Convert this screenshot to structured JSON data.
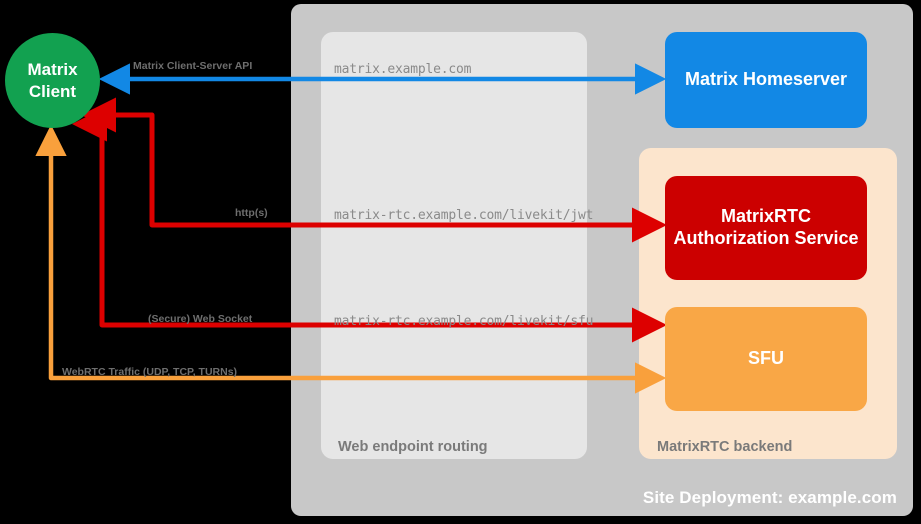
{
  "diagram": {
    "title": "Site Deployment: example.com",
    "site_label": "Site Deployment: example.com"
  },
  "panels": {
    "web_routing": {
      "label": "Web endpoint routing"
    },
    "rtc_backend": {
      "label": "MatrixRTC backend"
    }
  },
  "nodes": {
    "client": {
      "line1": "Matrix",
      "line2": "Client",
      "color": "#12A150"
    },
    "homeserver": {
      "label": "Matrix Homeserver",
      "color": "#1288E5"
    },
    "auth_service": {
      "label": "MatrixRTC Authorization Service",
      "color": "#CC0000"
    },
    "sfu": {
      "label": "SFU",
      "color": "#F9A746"
    }
  },
  "edges": [
    {
      "id": "cs-api",
      "protocol_label": "Matrix Client-Server API",
      "endpoint": "matrix.example.com",
      "color": "#1288E5",
      "direction": "bidirectional"
    },
    {
      "id": "livekit-jwt",
      "protocol_label": "http(s)",
      "endpoint": "matrix-rtc.example.com/livekit/jwt",
      "color": "#DD0000",
      "direction": "bidirectional"
    },
    {
      "id": "livekit-sfu",
      "protocol_label": "(Secure) Web Socket",
      "endpoint": "matrix-rtc.example.com/livekit/sfu",
      "color": "#DD0000",
      "direction": "bidirectional"
    },
    {
      "id": "webrtc",
      "protocol_label": "WebRTC Traffic (UDP, TCP, TURNs)",
      "endpoint": "",
      "color": "#F9A03C",
      "direction": "bidirectional"
    }
  ],
  "colors": {
    "site_panel": "#C8C8C8",
    "web_panel": "#E6E6E6",
    "rtc_panel": "#FCE5CD",
    "background": "#000000",
    "panel_label_text": "#7A7A7A",
    "url_text": "#8A8A8A",
    "edge_label_text": "#6E6E6E"
  }
}
